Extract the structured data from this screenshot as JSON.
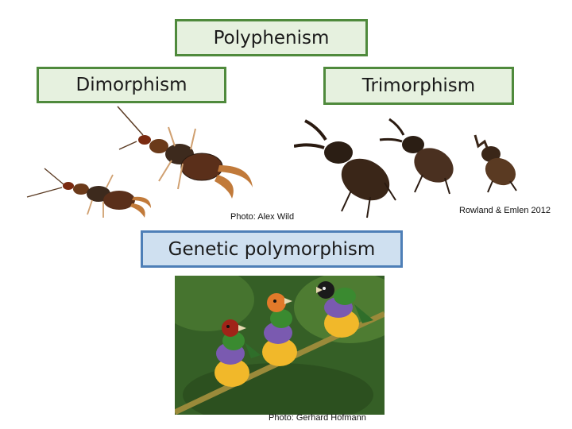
{
  "labels": {
    "polyphenism": "Polyphenism",
    "dimorphism": "Dimorphism",
    "trimorphism": "Trimorphism",
    "genetic": "Genetic polymorphism"
  },
  "credits": {
    "earwig": "Photo: Alex Wild",
    "beetles": "Rowland & Emlen 2012",
    "birds": "Photo: Gerhard Hofmann"
  },
  "colors": {
    "green_fill": "#e6f1df",
    "green_border": "#4f8a3c",
    "blue_fill": "#cfe0f0",
    "blue_border": "#4e7fb7"
  }
}
